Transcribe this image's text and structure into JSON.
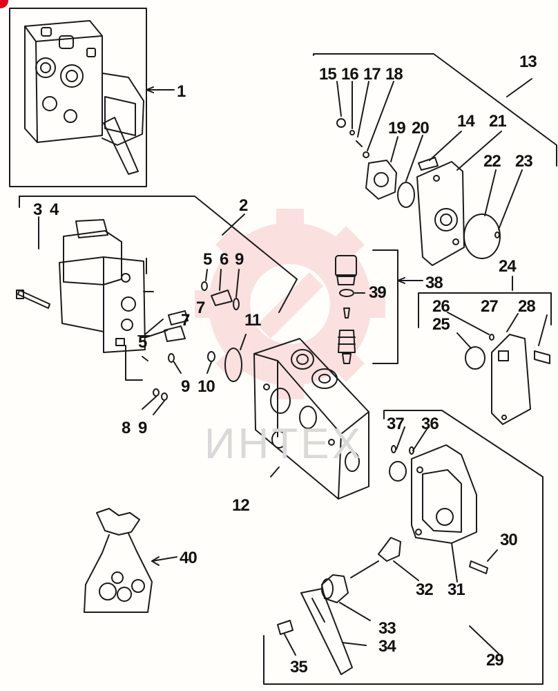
{
  "watermark": {
    "text": "ИНТЕХ",
    "color": "#d9d9d9",
    "emblem_color": "#f6c9c9"
  },
  "accent_color": "#e2001a",
  "labels": {
    "p1": "1",
    "p2": "2",
    "p3": "3",
    "p4": "4",
    "p5": "5",
    "p5b": "5",
    "p6": "6",
    "p7": "7",
    "p7b": "7",
    "p8": "8",
    "p9a": "9",
    "p9b": "9",
    "p9c": "9",
    "p10": "10",
    "p11": "11",
    "p12": "12",
    "p13": "13",
    "p14": "14",
    "p15": "15",
    "p16": "16",
    "p17": "17",
    "p18": "18",
    "p19": "19",
    "p20": "20",
    "p21": "21",
    "p22": "22",
    "p23": "23",
    "p24": "24",
    "p25": "25",
    "p26": "26",
    "p27": "27",
    "p28": "28",
    "p29": "29",
    "p30": "30",
    "p31": "31",
    "p32": "32",
    "p33": "33",
    "p34": "34",
    "p35": "35",
    "p36": "36",
    "p37": "37",
    "p38": "38",
    "p39": "39",
    "p40": "40"
  }
}
